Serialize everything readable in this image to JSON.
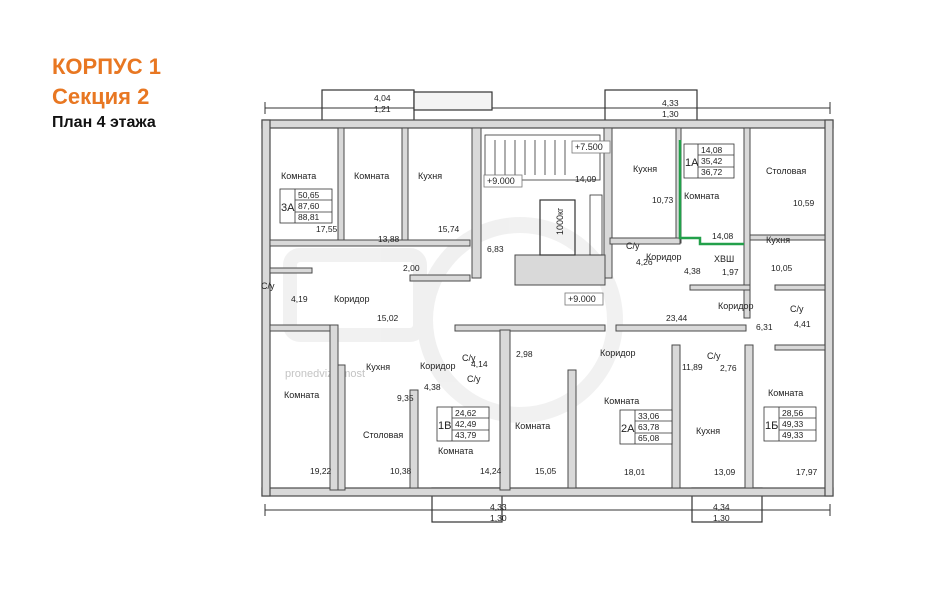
{
  "title": {
    "line1": "КОРПУС 1",
    "line2": "Секция 2",
    "line3": "План 4 этажа"
  },
  "colors": {
    "accent": "#e87722",
    "wall": "#4a4a4a",
    "wall_fill": "#d9d9d9",
    "highlight": "#22a04a"
  },
  "watermark": "pronedvizhimost",
  "room_labels": {
    "r1": "Комната",
    "r2": "Комната",
    "r3": "Кухня",
    "r4": "Кухня",
    "r5": "Комната",
    "r6": "Столовая",
    "r7": "Кухня",
    "r8": "С/у",
    "r9": "Коридор",
    "r10": "С/у",
    "r11": "Коридор",
    "r12": "Коридор",
    "r13": "ХВШ",
    "r14": "С/у",
    "r15": "Кухня",
    "r16": "Коридор",
    "r17": "С/у",
    "r18": "Комната",
    "r19": "Столовая",
    "r20": "Комната",
    "r21": "Комната",
    "r22": "Комната",
    "r23": "Кухня",
    "r24": "Комната",
    "r25": "С/у",
    "r26": "Коридор",
    "r27": "С/у"
  },
  "areas": {
    "a1": "17,55",
    "a2": "13,88",
    "a3": "15,74",
    "a4": "6,83",
    "a5": "14,09",
    "a6": "10,73",
    "a7": "14,08",
    "a8": "10,59",
    "a9": "4,26",
    "a10": "4,38",
    "a11": "1,97",
    "a12": "10,05",
    "a13": "2,00",
    "a14": "4,19",
    "a15": "15,02",
    "a16": "23,44",
    "a17": "6,31",
    "a18": "4,41",
    "a19": "4,14",
    "a20": "2,98",
    "a21": "11,89",
    "a22": "2,76",
    "a23": "4,38",
    "a24": "9,35",
    "a25": "19,22",
    "a26": "10,38",
    "a27": "14,24",
    "a28": "15,05",
    "a29": "18,01",
    "a30": "13,09",
    "a31": "17,97"
  },
  "markers": {
    "m1": "+7.500",
    "m2": "+9.000",
    "m3": "+9.000",
    "elevator": "1000кг"
  },
  "balconies": {
    "b1_top": "4,04",
    "b1_bot": "1,21",
    "b2_top": "4,33",
    "b2_bot": "1,30",
    "b3_top": "4,33",
    "b3_bot": "1,30",
    "b4_top": "4,34",
    "b4_bot": "1,30"
  },
  "apartments": [
    {
      "tag": "3А",
      "v1": "50,65",
      "v2": "87,60",
      "v3": "88,81"
    },
    {
      "tag": "1А",
      "v1": "14,08",
      "v2": "35,42",
      "v3": "36,72"
    },
    {
      "tag": "1В",
      "v1": "24,62",
      "v2": "42,49",
      "v3": "43,79"
    },
    {
      "tag": "2А",
      "v1": "33,06",
      "v2": "63,78",
      "v3": "65,08"
    },
    {
      "tag": "1Б",
      "v1": "28,56",
      "v2": "49,33",
      "v3": "49,33"
    }
  ]
}
